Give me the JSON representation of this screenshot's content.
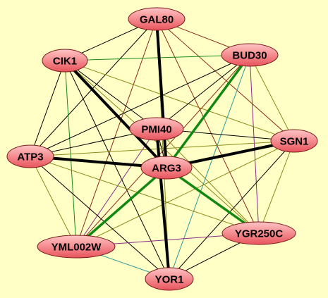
{
  "diagram": {
    "type": "network",
    "node_fill_top": "#ffc4c4",
    "node_fill_bottom": "#e8545c",
    "node_stroke": "#7a1a1a",
    "edge_colors": {
      "black": "#000000",
      "olive": "#8a8a1a",
      "green": "#1a8a1a",
      "darkgreen": "#118811",
      "teal": "#2a9a9a",
      "purple": "#8a2a8a",
      "brown": "#8a2a1a"
    },
    "nodes": [
      {
        "id": "GAL80",
        "label": "GAL80"
      },
      {
        "id": "CIK1",
        "label": "CIK1"
      },
      {
        "id": "BUD30",
        "label": "BUD30"
      },
      {
        "id": "PMI40",
        "label": "PMI40"
      },
      {
        "id": "SGN1",
        "label": "SGN1"
      },
      {
        "id": "ATP3",
        "label": "ATP3"
      },
      {
        "id": "ARG3",
        "label": "ARG3"
      },
      {
        "id": "YGR250C",
        "label": "YGR250C"
      },
      {
        "id": "YML002W",
        "label": "YML002W"
      },
      {
        "id": "YOR1",
        "label": "YOR1"
      }
    ],
    "edges": [
      {
        "source": "GAL80",
        "target": "ARG3",
        "color": "black",
        "weight": 4
      },
      {
        "source": "CIK1",
        "target": "ARG3",
        "color": "black",
        "weight": 4
      },
      {
        "source": "ATP3",
        "target": "ARG3",
        "color": "black",
        "weight": 4
      },
      {
        "source": "SGN1",
        "target": "ARG3",
        "color": "black",
        "weight": 4
      },
      {
        "source": "PMI40",
        "target": "YOR1",
        "color": "black",
        "weight": 4
      },
      {
        "source": "BUD30",
        "target": "ARG3",
        "color": "darkgreen",
        "weight": 3.5
      },
      {
        "source": "ARG3",
        "target": "YML002W",
        "color": "darkgreen",
        "weight": 3.5
      },
      {
        "source": "ARG3",
        "target": "YGR250C",
        "color": "darkgreen",
        "weight": 3.5
      },
      {
        "source": "GAL80",
        "target": "CIK1",
        "color": "black",
        "weight": 1
      },
      {
        "source": "GAL80",
        "target": "BUD30",
        "color": "brown",
        "weight": 1
      },
      {
        "source": "GAL80",
        "target": "ATP3",
        "color": "black",
        "weight": 1
      },
      {
        "source": "GAL80",
        "target": "SGN1",
        "color": "brown",
        "weight": 1
      },
      {
        "source": "GAL80",
        "target": "YGR250C",
        "color": "brown",
        "weight": 1
      },
      {
        "source": "GAL80",
        "target": "YML002W",
        "color": "brown",
        "weight": 1
      },
      {
        "source": "GAL80",
        "target": "YOR1",
        "color": "olive",
        "weight": 1
      },
      {
        "source": "CIK1",
        "target": "BUD30",
        "color": "green",
        "weight": 1
      },
      {
        "source": "CIK1",
        "target": "PMI40",
        "color": "black",
        "weight": 1
      },
      {
        "source": "CIK1",
        "target": "SGN1",
        "color": "olive",
        "weight": 1
      },
      {
        "source": "CIK1",
        "target": "ATP3",
        "color": "black",
        "weight": 1
      },
      {
        "source": "CIK1",
        "target": "YGR250C",
        "color": "olive",
        "weight": 1
      },
      {
        "source": "CIK1",
        "target": "YML002W",
        "color": "green",
        "weight": 1
      },
      {
        "source": "CIK1",
        "target": "YOR1",
        "color": "black",
        "weight": 1
      },
      {
        "source": "BUD30",
        "target": "PMI40",
        "color": "black",
        "weight": 1
      },
      {
        "source": "BUD30",
        "target": "SGN1",
        "color": "olive",
        "weight": 1
      },
      {
        "source": "BUD30",
        "target": "ATP3",
        "color": "black",
        "weight": 1
      },
      {
        "source": "BUD30",
        "target": "YGR250C",
        "color": "purple",
        "weight": 1
      },
      {
        "source": "BUD30",
        "target": "YML002W",
        "color": "brown",
        "weight": 1
      },
      {
        "source": "BUD30",
        "target": "YOR1",
        "color": "teal",
        "weight": 1
      },
      {
        "source": "PMI40",
        "target": "ARG3",
        "color": "black",
        "weight": 1
      },
      {
        "source": "PMI40",
        "target": "ATP3",
        "color": "black",
        "weight": 1
      },
      {
        "source": "PMI40",
        "target": "SGN1",
        "color": "black",
        "weight": 1
      },
      {
        "source": "PMI40",
        "target": "YGR250C",
        "color": "olive",
        "weight": 1
      },
      {
        "source": "PMI40",
        "target": "YML002W",
        "color": "purple",
        "weight": 1
      },
      {
        "source": "SGN1",
        "target": "ATP3",
        "color": "olive",
        "weight": 1
      },
      {
        "source": "SGN1",
        "target": "YGR250C",
        "color": "olive",
        "weight": 1
      },
      {
        "source": "SGN1",
        "target": "YML002W",
        "color": "olive",
        "weight": 1
      },
      {
        "source": "SGN1",
        "target": "YOR1",
        "color": "black",
        "weight": 1
      },
      {
        "source": "ATP3",
        "target": "YML002W",
        "color": "olive",
        "weight": 1
      },
      {
        "source": "ATP3",
        "target": "YGR250C",
        "color": "olive",
        "weight": 1
      },
      {
        "source": "ATP3",
        "target": "YOR1",
        "color": "black",
        "weight": 1
      },
      {
        "source": "YGR250C",
        "target": "YML002W",
        "color": "purple",
        "weight": 1
      },
      {
        "source": "YGR250C",
        "target": "YOR1",
        "color": "black",
        "weight": 1
      },
      {
        "source": "YML002W",
        "target": "YOR1",
        "color": "teal",
        "weight": 1
      }
    ]
  }
}
